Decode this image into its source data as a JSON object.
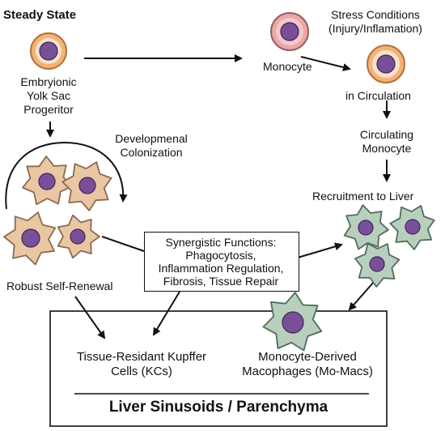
{
  "labels": {
    "steady_state": "Steady State",
    "progenitor": [
      "Embryionic",
      "Yolk Sac",
      "Progeritor"
    ],
    "stress": [
      "Stress Conditions",
      "(Injury/Inflamation)"
    ],
    "monocyte": "Monocyte",
    "in_circulation": "in Circulation",
    "circulating": [
      "Circulating",
      "Monocyte"
    ],
    "colonization": [
      "Developmenal",
      "Colonization"
    ],
    "recruitment": "Recruitment to Liver",
    "self_renewal": "Robust Self-Renewal",
    "kupffer": [
      "Tissue-Residant Kupffer",
      "Cells (KCs)"
    ],
    "momacs": [
      "Monocyte-Derived",
      "Macophages (Mo-Macs)"
    ],
    "liver_title": "Liver Sinusoids / Parenchyma"
  },
  "functions": {
    "title": "Synergistic Functions:",
    "items": [
      "Phagocytosis,",
      "Inflammation Regulation,",
      "Fibrosis, Tissue Repair"
    ]
  },
  "colors": {
    "kupffer_fill": "#e9c7a3",
    "kupffer_stroke": "#8a6a4e",
    "macro_fill": "#b8cfbe",
    "macro_stroke": "#4f6d5b",
    "nucleus_fill": "#7a4f99",
    "nucleus_stroke": "#3f2654",
    "orange_fill": "#f2b27a",
    "orange_stroke": "#b57234",
    "pink_fill": "#eaa8ab",
    "pink_stroke": "#9a5c60",
    "inner_ring": "#f6e3c8"
  }
}
